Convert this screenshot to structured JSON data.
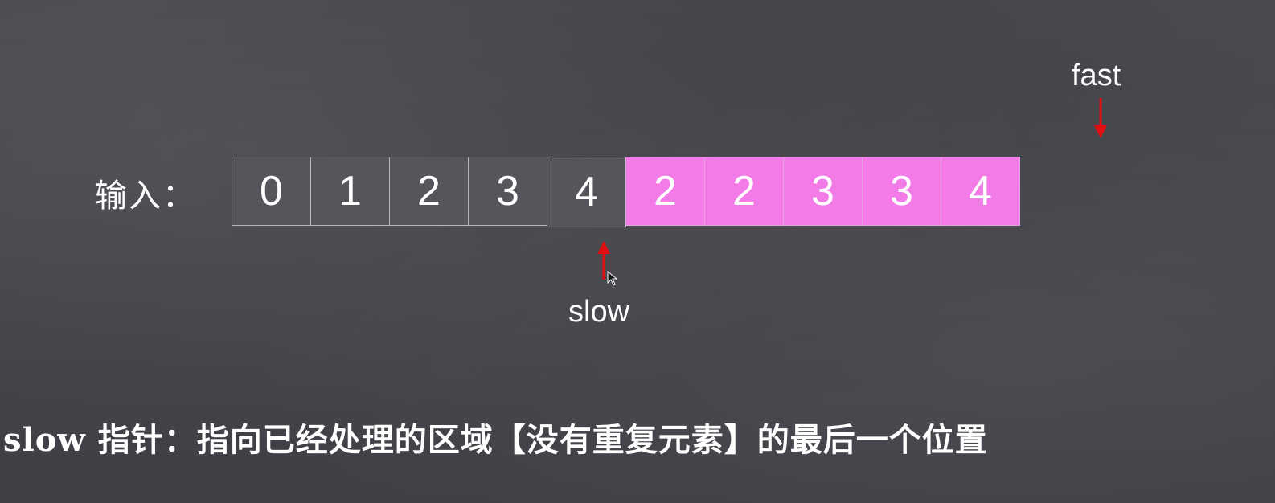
{
  "diagram": {
    "input_label": "输入：",
    "array": [
      {
        "value": "0",
        "state": "processed"
      },
      {
        "value": "1",
        "state": "processed"
      },
      {
        "value": "2",
        "state": "processed"
      },
      {
        "value": "3",
        "state": "processed"
      },
      {
        "value": "4",
        "state": "processed"
      },
      {
        "value": "2",
        "state": "unprocessed"
      },
      {
        "value": "2",
        "state": "unprocessed"
      },
      {
        "value": "3",
        "state": "unprocessed"
      },
      {
        "value": "3",
        "state": "unprocessed"
      },
      {
        "value": "4",
        "state": "unprocessed"
      }
    ],
    "pointers": {
      "fast": {
        "label": "fast"
      },
      "slow": {
        "label": "slow",
        "index": 4
      }
    },
    "caption": "slow 指针：指向已经处理的区域【没有重复元素】的最后一个位置"
  },
  "colors": {
    "background": "#46474d",
    "processed_cell": "#55565c",
    "unprocessed_cell": "#f37be8",
    "arrow": "#e01010"
  }
}
